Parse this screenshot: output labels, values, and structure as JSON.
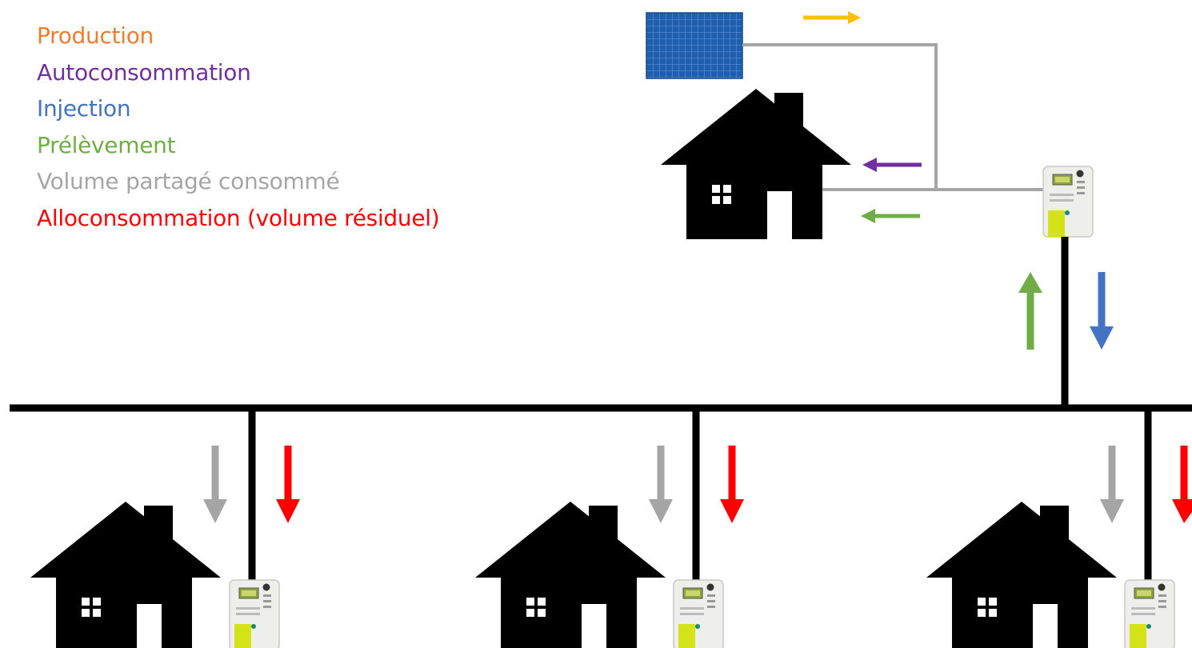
{
  "legend": {
    "items": [
      {
        "key": "production",
        "label": "Production",
        "color": "#ED7D31"
      },
      {
        "key": "autoconsommation",
        "label": "Autoconsommation",
        "color": "#7030A0"
      },
      {
        "key": "injection",
        "label": "Injection",
        "color": "#4472C4"
      },
      {
        "key": "prelevement",
        "label": "Prélèvement",
        "color": "#70AD47"
      },
      {
        "key": "volume_partage",
        "label": "Volume partagé consommé",
        "color": "#A5A5A5"
      },
      {
        "key": "alloconsommation",
        "label": "Alloconsommation (volume résiduel)",
        "color": "#FF0000"
      }
    ]
  },
  "icons": {
    "panel": "solar-panel-icon",
    "house": "house-icon",
    "meter": "electricity-meter-icon"
  },
  "colors": {
    "wire": "#000000",
    "internal_line": "#A5A5A5",
    "production_arrow": "#FFC000",
    "autoconsommation_arrow": "#7030A0",
    "prelevement_arrow": "#70AD47",
    "injection_arrow": "#4472C4",
    "volume_partage_arrow": "#A5A5A5",
    "alloconsommation_arrow": "#FF0000"
  }
}
